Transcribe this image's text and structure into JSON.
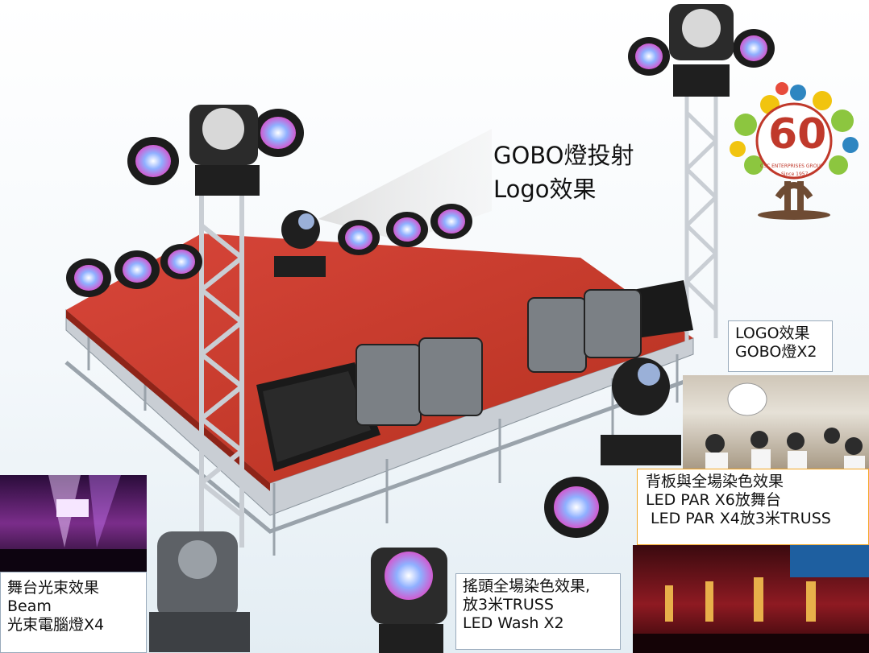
{
  "gobo_callout": {
    "line1": "GOBO燈投射",
    "line2": "Logo效果"
  },
  "logo_box": {
    "line1": "LOGO效果",
    "line2": "GOBO燈X2"
  },
  "backdrop_box": {
    "line1": "背板與全場染色效果",
    "line2": "LED PAR X6放舞台",
    "line3": " LED PAR X4放3米TRUSS"
  },
  "moving_head_box": {
    "line1": "搖頭全場染色效果,",
    "line2": "放3米TRUSS",
    "line3": "LED Wash X2"
  },
  "beam_box": {
    "line1": "舞台光束效果",
    "line2": "Beam",
    "line3": "光束電腦燈X4"
  },
  "emblem": {
    "number": "60",
    "text": "CSC ENTERPRISES GROUP",
    "since": "Since 1957"
  },
  "colors": {
    "stage": "#c93a2a",
    "truss": "#c9ced4",
    "accent": "#7a8f9f"
  }
}
